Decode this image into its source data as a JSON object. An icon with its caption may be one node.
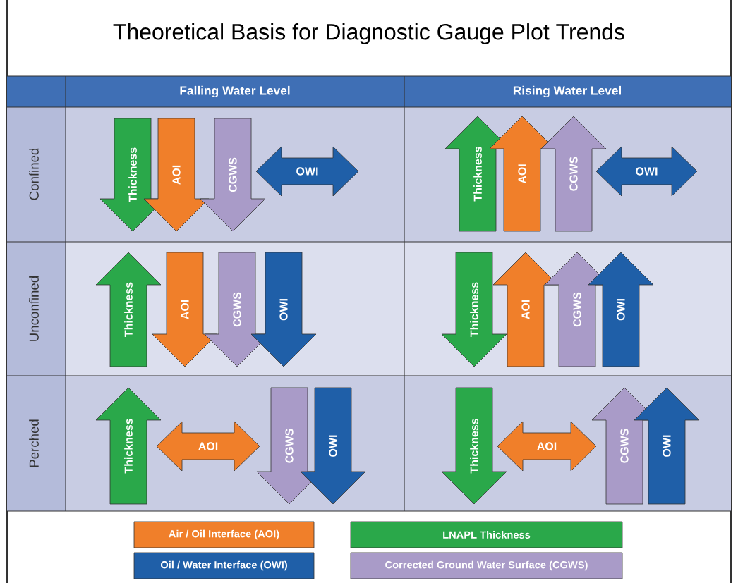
{
  "diagram": {
    "title": "Theoretical Basis for Diagnostic Gauge Plot Trends",
    "nodes": [
      {
        "text": [
          "Falling Water Level"
        ]
      },
      {
        "text": [
          "Rising Water Level"
        ]
      },
      {
        "text": [
          "Confined"
        ]
      },
      {
        "text": [
          "Unconfined"
        ]
      },
      {
        "text": [
          "Perched"
        ]
      },
      {
        "text": [
          "Thickness"
        ]
      },
      {
        "text": [
          "AOI"
        ]
      },
      {
        "text": [
          "CGWS"
        ]
      },
      {
        "text": [
          "OWI"
        ]
      },
      {
        "text": [
          "Thickness"
        ]
      },
      {
        "text": [
          "AOI"
        ]
      },
      {
        "text": [
          "CGWS"
        ]
      },
      {
        "text": [
          "OWI"
        ]
      },
      {
        "text": [
          "Thickness"
        ]
      },
      {
        "text": [
          "AOI"
        ]
      },
      {
        "text": [
          "CGWS"
        ]
      },
      {
        "text": [
          "OWI"
        ]
      },
      {
        "text": [
          "Thickness"
        ]
      },
      {
        "text": [
          "AOI"
        ]
      },
      {
        "text": [
          "CGWS"
        ]
      },
      {
        "text": [
          "OWI"
        ]
      },
      {
        "text": [
          "Thickness"
        ]
      },
      {
        "text": [
          "AOI"
        ]
      },
      {
        "text": [
          "CGWS"
        ]
      },
      {
        "text": [
          "OWI"
        ]
      },
      {
        "text": [
          "Thickness"
        ]
      },
      {
        "text": [
          "AOI"
        ]
      },
      {
        "text": [
          "CGWS"
        ]
      },
      {
        "text": [
          "OWI"
        ]
      }
    ],
    "legend": [
      {
        "text": "Air / Oil Interface (AOI)",
        "color": "#f07f2a"
      },
      {
        "text": "LNAPL Thickness",
        "color": "#2aa84a"
      },
      {
        "text": "Oil / Water Interface (OWI)",
        "color": "#1f5fa8"
      },
      {
        "text": "Corrected Ground Water Surface (CGWS)",
        "color": "#a99bc8"
      }
    ]
  }
}
